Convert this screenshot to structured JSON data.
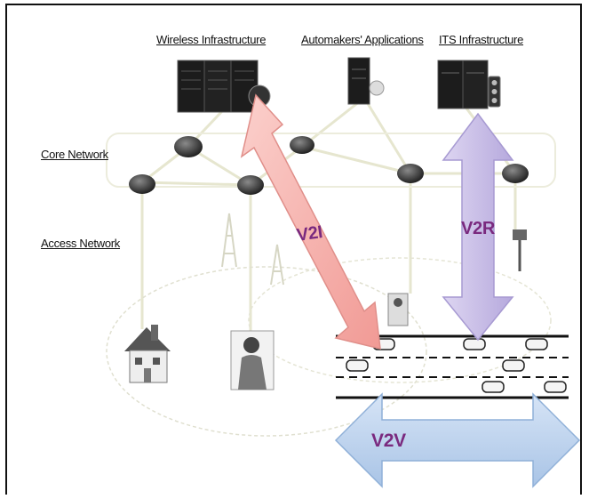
{
  "labels": {
    "wireless": "Wireless Infrastructure",
    "automakers": "Automakers' Applications",
    "its": "ITS Infrastructure",
    "core": "Core Network",
    "access": "Access Network"
  },
  "arrows": {
    "v2i": "V2I",
    "v2r": "V2R",
    "v2v": "V2V"
  },
  "colors": {
    "v2i_fill": "#f6b0ac",
    "v2r_fill": "#c8bde6",
    "v2v_fill": "#bcd3ef",
    "arrow_text": "#7a2a7f"
  },
  "icons": [
    "server-rack-icon",
    "globe-icon",
    "phone-icon",
    "traffic-light-icon",
    "router-icon",
    "tower-icon",
    "house-icon",
    "person-icon",
    "car-icon",
    "roadside-unit-icon",
    "camera-pole-icon"
  ]
}
